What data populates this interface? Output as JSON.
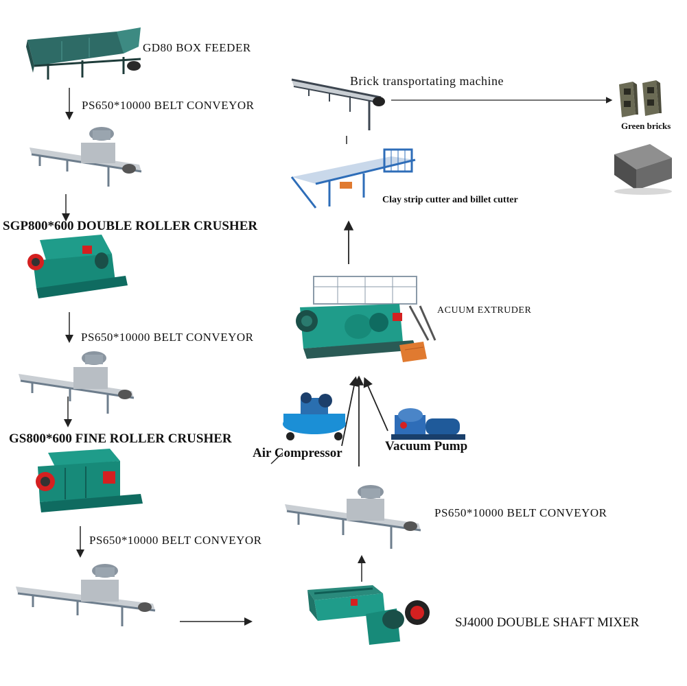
{
  "colors": {
    "machine_teal": "#1f9c8a",
    "machine_dark": "#2a5a55",
    "conveyor_frame": "#6d7d8c",
    "extruder_blue": "#2e6db8",
    "motor_red": "#d42020",
    "brick_orange": "#e07a30",
    "arrow": "#222222"
  },
  "labels": {
    "box_feeder": "GD80 BOX FEEDER",
    "conveyor_1": "PS650*10000 BELT CONVEYOR",
    "double_roller_crusher": "SGP800*600 DOUBLE ROLLER CRUSHER",
    "conveyor_2": "PS650*10000 BELT CONVEYOR",
    "fine_roller_crusher": "GS800*600 FINE ROLLER CRUSHER",
    "conveyor_3": "PS650*10000 BELT CONVEYOR",
    "mixer": "SJ4000 DOUBLE SHAFT MIXER",
    "conveyor_4": "PS650*10000 BELT CONVEYOR",
    "air_compressor": "Air Compressor",
    "vacuum_pump": "Vacuum Pump",
    "vacuum_extruder": "ACUUM EXTRUDER",
    "cutter": "Clay strip cutter and billet cutter",
    "transport": "Brick transportating machine",
    "green_bricks": "Green bricks"
  }
}
